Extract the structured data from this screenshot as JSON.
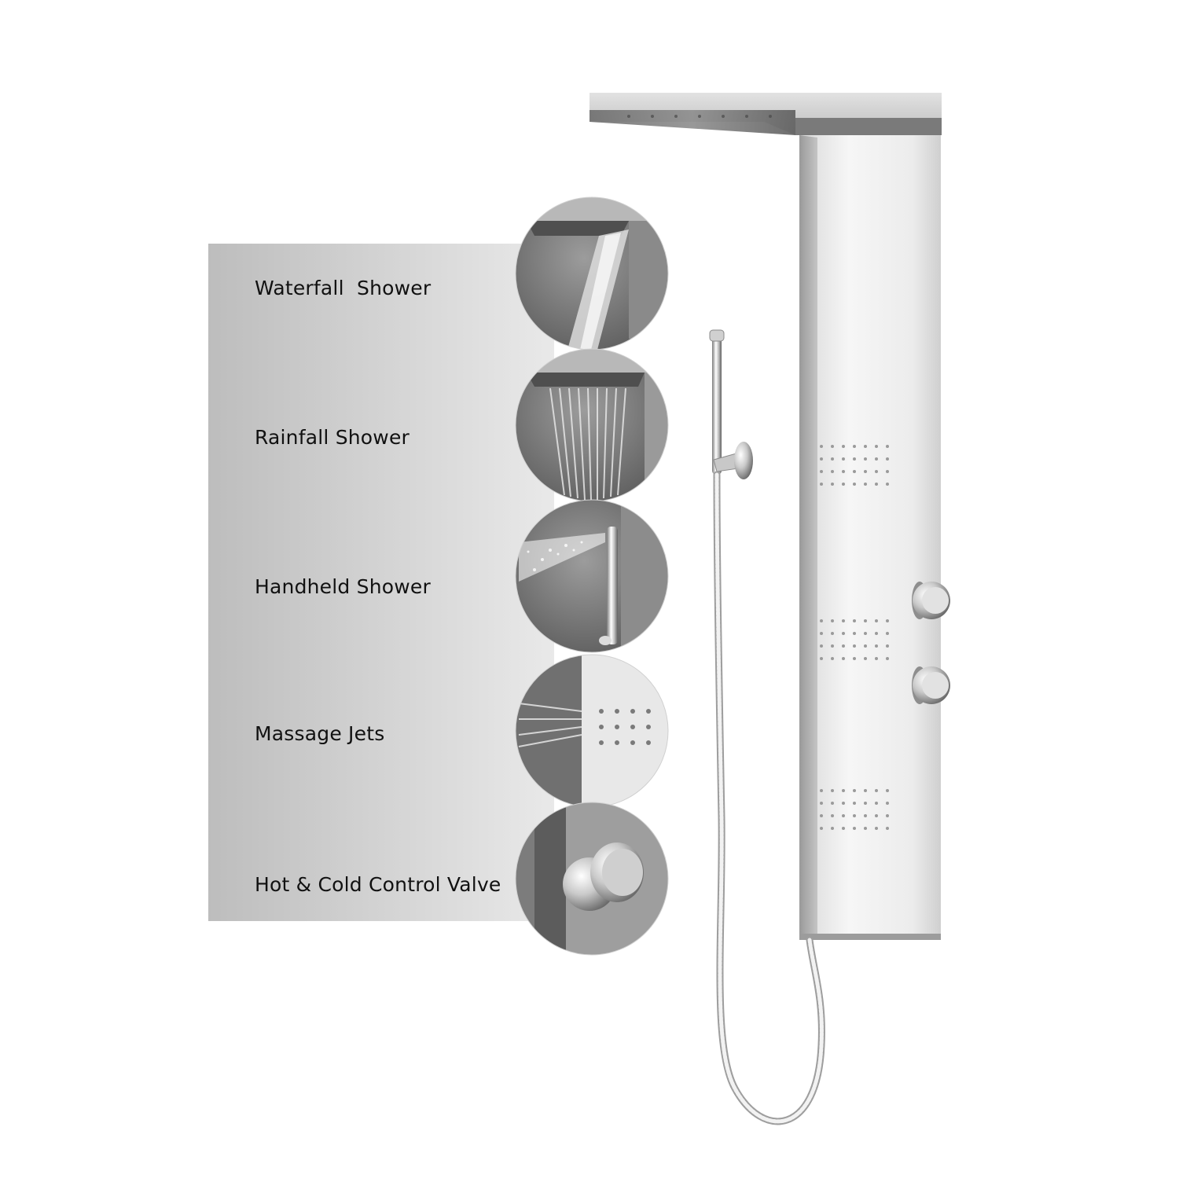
{
  "features": [
    {
      "label": "Waterfall  Shower",
      "icon": "waterfall-icon"
    },
    {
      "label": "Rainfall Shower",
      "icon": "rainfall-icon"
    },
    {
      "label": "Handheld Shower",
      "icon": "handheld-shower-icon"
    },
    {
      "label": "Massage Jets",
      "icon": "massage-jets-icon"
    },
    {
      "label": "Hot & Cold Control Valve",
      "icon": "control-valve-icon"
    }
  ],
  "colors": {
    "background": "#ffffff",
    "panel_gradient_left": "#b9b9b9",
    "panel_gradient_right": "#e6e6e6",
    "steel_light": "#f4f4f4",
    "steel_mid": "#d6d6d6",
    "steel_dark": "#8a8a8a",
    "label_text": "#111111"
  }
}
